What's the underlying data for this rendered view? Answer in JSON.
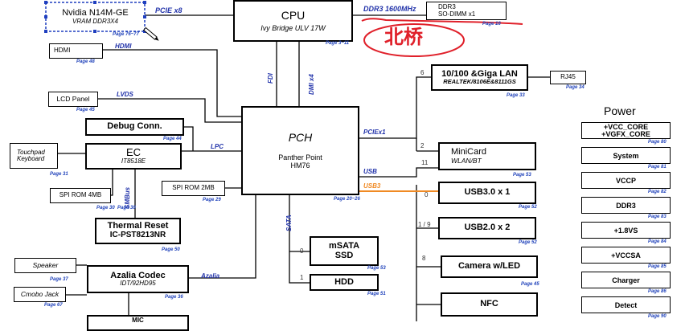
{
  "diagram": {
    "blocks": {
      "gpu": {
        "title": "Nvidia N14M-GE",
        "subtitle": "VRAM DDR3X4",
        "page": "Page 76~77"
      },
      "cpu": {
        "title": "CPU",
        "subtitle": "Ivy Bridge ULV 17W",
        "page": "Page 3~11"
      },
      "ddr3_slot": {
        "title": "DDR3",
        "subtitle": "SO-DIMM x1",
        "page": "Page 16"
      },
      "hdmi": {
        "title": "HDMI",
        "page": "Page 48"
      },
      "lcd": {
        "title": "LCD Panel",
        "page": "Page 45"
      },
      "debug": {
        "title": "Debug Conn.",
        "page": "Page 44"
      },
      "touchpad": {
        "line1": "Touchpad",
        "line2": "Keyboard",
        "page": "Page 31"
      },
      "ec": {
        "title": "EC",
        "subtitle": "IT8518E",
        "page": "Page 30"
      },
      "spi_ec": {
        "title": "SPI ROM 4MB",
        "page": "Page 30"
      },
      "thermal": {
        "title": "Thermal Reset",
        "subtitle": "IC-PST8213NR",
        "page": "Page 50"
      },
      "spi_pch": {
        "title": "SPI ROM 2MB",
        "page": "Page 29"
      },
      "pch": {
        "title": "PCH",
        "subtitle1": "Panther Point",
        "subtitle2": "HM76",
        "page": "Page 20~26"
      },
      "speaker": {
        "title": "Speaker",
        "page": "Page 37"
      },
      "combo": {
        "title": "Cmobo Jack",
        "page": "Page 67"
      },
      "azalia": {
        "title": "Azalia Codec",
        "subtitle": "IDT/92HD95",
        "page": "Page 36"
      },
      "mic": {
        "title": "MIC"
      },
      "lan": {
        "title": "10/100 &Giga LAN",
        "subtitle": "REALTEK/8106E&8111GS",
        "page": "Page 33"
      },
      "rj45": {
        "title": "RJ45",
        "page": "Page 34"
      },
      "minicard": {
        "title": "MiniCard",
        "subtitle": "WLAN/BT",
        "page": "Page 53"
      },
      "usb3": {
        "title": "USB3.0 x 1",
        "page": "Page 52"
      },
      "usb2": {
        "title": "USB2.0 x 2",
        "page": "Page 52"
      },
      "msata": {
        "title": "mSATA",
        "subtitle": "SSD",
        "page": "Page 53"
      },
      "hdd": {
        "title": "HDD",
        "page": "Page 51"
      },
      "camera": {
        "title": "Camera w/LED",
        "page": "Page 45"
      },
      "nfc": {
        "title": "NFC"
      }
    },
    "bus_labels": {
      "pcie_x8": "PCIE x8",
      "ddr3_1600": "DDR3 1600MHz",
      "hdmi": "HDMI",
      "lvds": "LVDS",
      "lpc": "LPC",
      "smbus": "SMBus",
      "fdi": "FDI",
      "dmi": "DMI x4",
      "pciex1": "PCIEx1",
      "usb": "USB",
      "usb3": "USB3",
      "sata": "SATA",
      "azalia": "Azalia"
    },
    "port_numbers": {
      "lan": "6",
      "minicard": "2",
      "usb_11": "11",
      "usb3": "0",
      "usb2": "1 / 9",
      "msata": "0",
      "hdd": "1",
      "camera": "8"
    },
    "handwriting": "北桥",
    "power": {
      "title": "Power",
      "items": [
        {
          "label1": "+VCC_CORE",
          "label2": "+VGFX_CORE",
          "page": "Page 80"
        },
        {
          "label1": "System",
          "page": "Page 81"
        },
        {
          "label1": "VCCP",
          "page": "Page 82"
        },
        {
          "label1": "DDR3",
          "page": "Page 83"
        },
        {
          "label1": "+1.8VS",
          "page": "Page 84"
        },
        {
          "label1": "+VCCSA",
          "page": "Page 85"
        },
        {
          "label1": "Charger",
          "page": "Page 86"
        },
        {
          "label1": "Detect",
          "page": "Page 90"
        }
      ]
    },
    "colors": {
      "line": "#000000",
      "bus_label": "#2233aa",
      "annotation_red": "#e0202a",
      "usb3_orange": "#f08a24",
      "selection_blue": "#1f3fbf"
    }
  }
}
